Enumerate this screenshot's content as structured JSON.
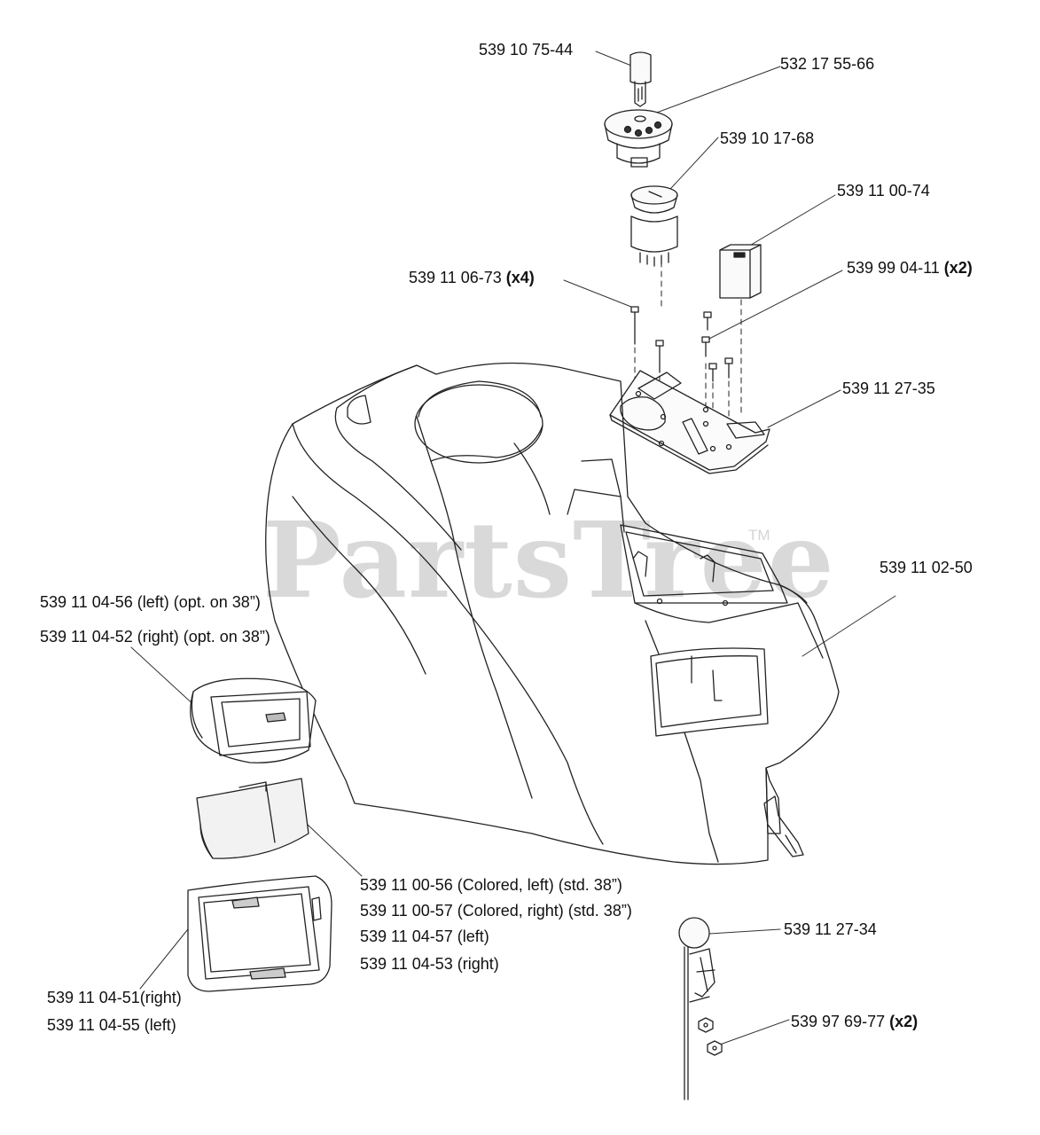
{
  "watermark": {
    "text": "PartsTree",
    "trademark": "TM"
  },
  "labels": {
    "key": "539 10 75-44",
    "ignition_switch": "532 17 55-66",
    "pto_switch": "539 10 17-68",
    "hour_meter": "539 11 00-74",
    "screws": "539 11 06-73",
    "screws_qty": "(x4)",
    "screws2": "539 99 04-11",
    "screws2_qty": "(x2)",
    "plate": "539 11 27-35",
    "hood": "539 11 02-50",
    "light_left": "539 11 04-56 (left) (opt. on 38”)",
    "light_right": "539 11 04-52 (right) (opt. on 38”)",
    "lens_1": "539 11 00-56 (Colored, left) (std. 38”)",
    "lens_2": "539 11 00-57 (Colored, right) (std. 38”)",
    "lens_3": "539 11 04-57 (left)",
    "lens_4": "539 11 04-53 (right)",
    "knob": "539 11 27-34",
    "bezel_right": "539 11 04-51(right)",
    "bezel_left": "539 11 04-55 (left)",
    "nut": "539 97 69-77",
    "nut_qty": "(x2)"
  }
}
